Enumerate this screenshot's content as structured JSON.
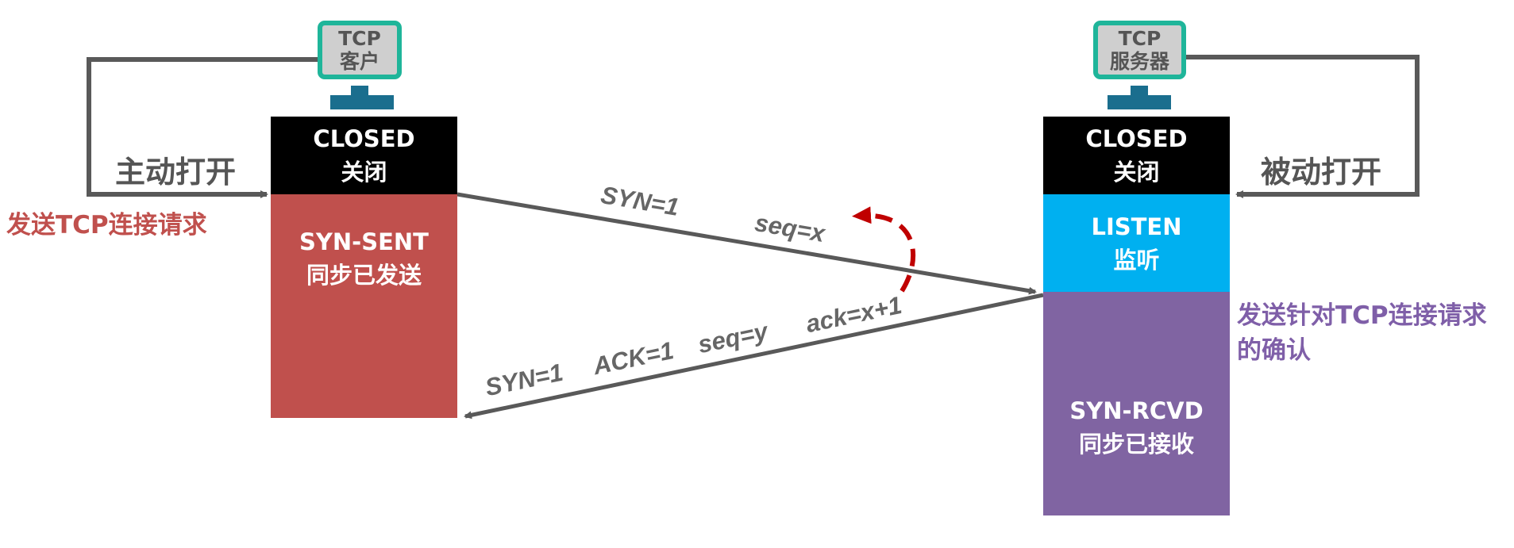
{
  "client": {
    "monitor_line1": "TCP",
    "monitor_line2": "客户",
    "closed_line1": "CLOSED",
    "closed_line2": "关闭",
    "syn_sent_line1": "SYN-SENT",
    "syn_sent_line2": "同步已发送",
    "open_label": "主动打开",
    "request_note": "发送TCP连接请求"
  },
  "server": {
    "monitor_line1": "TCP",
    "monitor_line2": "服务器",
    "closed_line1": "CLOSED",
    "closed_line2": "关闭",
    "listen_line1": "LISTEN",
    "listen_line2": "监听",
    "syn_rcvd_line1": "SYN-RCVD",
    "syn_rcvd_line2": "同步已接收",
    "open_label": "被动打开",
    "ack_note_line1": "发送针对TCP连接请求",
    "ack_note_line2": "的确认"
  },
  "messages": {
    "first": {
      "syn": "SYN=1",
      "seq": "seq=x"
    },
    "second": {
      "syn": "SYN=1",
      "ack_flag": "ACK=1",
      "seq": "seq=y",
      "ack_num": "ack=x+1"
    }
  },
  "colors": {
    "closed": "#000000",
    "syn_sent": "#c0504d",
    "listen": "#00b0f0",
    "syn_rcvd": "#8064a2",
    "client_note": "#c0504d",
    "server_note": "#7f5fa8",
    "dashed_arrow": "#c00000",
    "line": "#595959",
    "monitor_border": "#1fb59a",
    "monitor_stand": "#1a6e8e"
  }
}
